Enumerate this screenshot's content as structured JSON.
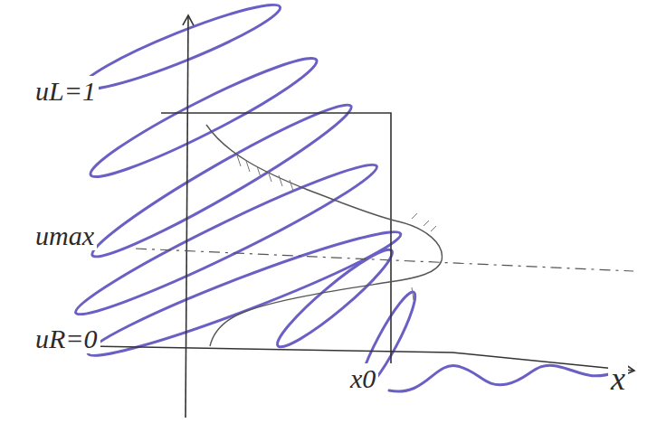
{
  "diagram": {
    "labels": [
      "uL=1",
      "umax",
      "uR=0",
      "x0",
      "x"
    ]
  }
}
